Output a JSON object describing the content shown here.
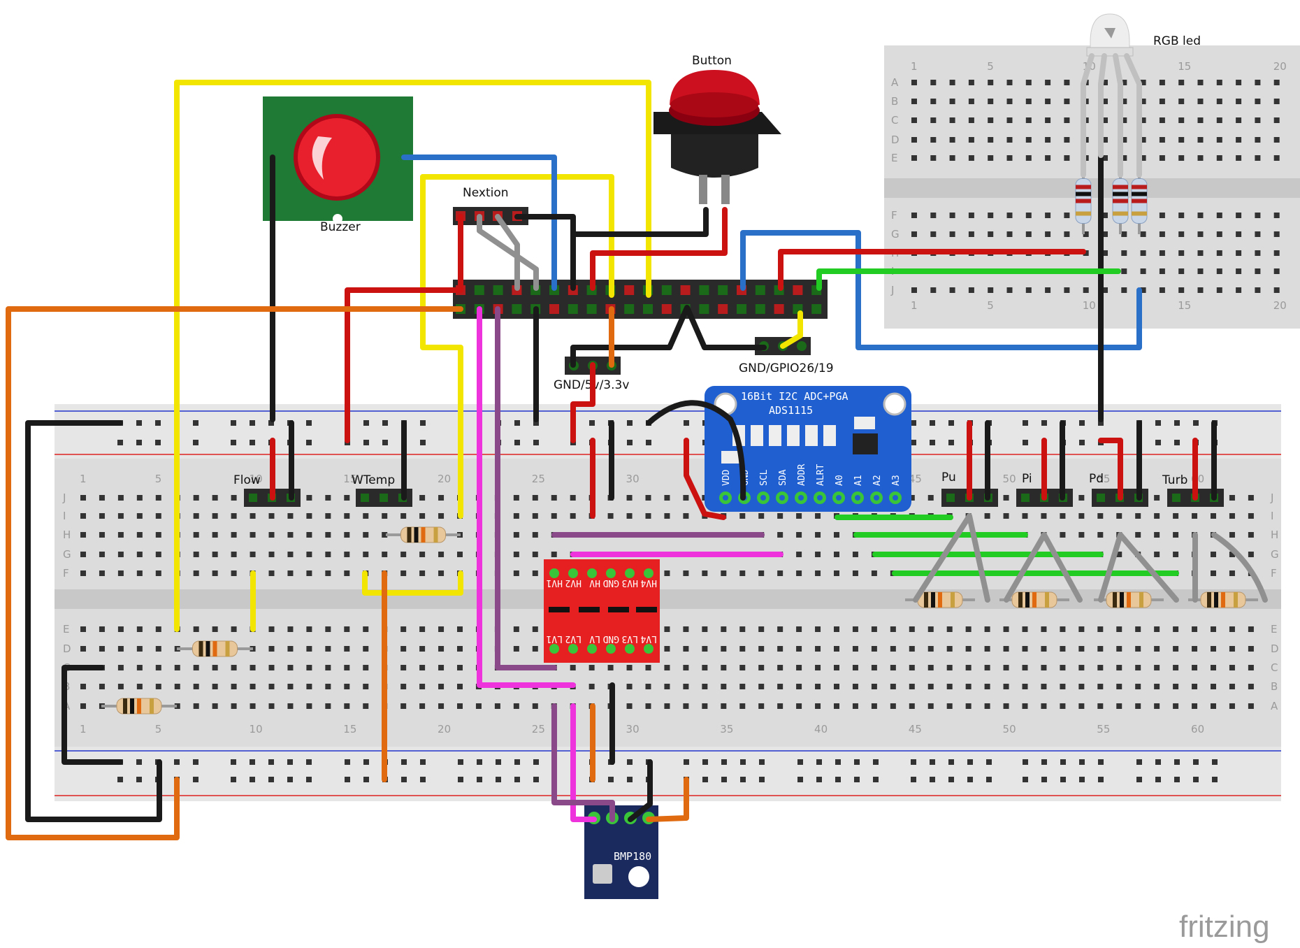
{
  "labels": {
    "nextion": "Nextion",
    "button": "Button",
    "buzzer": "Buzzer",
    "rgb_led": "RGB led",
    "gnd_5v_33v": "GND/5v/3.3v",
    "gnd_gpio": "GND/GPIO26/19",
    "flow": "Flow",
    "wtemp": "WTemp",
    "pu": "Pu",
    "pi": "Pi",
    "pd": "Pd",
    "turb": "Turb",
    "bmp180": "BMP180",
    "fritzing": "fritzing"
  },
  "ads1115": {
    "title": "16Bit I2C ADC+PGA",
    "model": "ADS1115",
    "pins": [
      "VDD",
      "GND",
      "SCL",
      "SDA",
      "ADDR",
      "ALRT",
      "A0",
      "A1",
      "A2",
      "A3"
    ]
  },
  "level_shifter": {
    "top_pins": [
      "HV1",
      "HV2",
      "HV",
      "GND",
      "HV3",
      "HV4"
    ],
    "bottom_pins": [
      "LV1",
      "LV2",
      "LV",
      "GND",
      "LV3",
      "LV4"
    ]
  },
  "small_breadboard": {
    "rows": [
      "A",
      "B",
      "C",
      "D",
      "E",
      "F",
      "G",
      "H",
      "I",
      "J"
    ],
    "col_numbers": [
      "1",
      "5",
      "10",
      "15",
      "20"
    ]
  },
  "main_breadboard": {
    "rows_top": [
      "J",
      "I",
      "H",
      "G",
      "F"
    ],
    "rows_bottom": [
      "E",
      "D",
      "C",
      "B",
      "A"
    ],
    "col_numbers": [
      "1",
      "5",
      "10",
      "15",
      "20",
      "25",
      "30",
      "35",
      "40",
      "45",
      "50",
      "55",
      "60"
    ]
  },
  "colors": {
    "red": "#cc1111",
    "black": "#1a1a1a",
    "yellow": "#f2e600",
    "blue": "#2a6fc8",
    "green": "#22cc22",
    "orange": "#e06a10",
    "magenta": "#ee33dd",
    "purple": "#8a4a8a",
    "gray": "#909090"
  }
}
